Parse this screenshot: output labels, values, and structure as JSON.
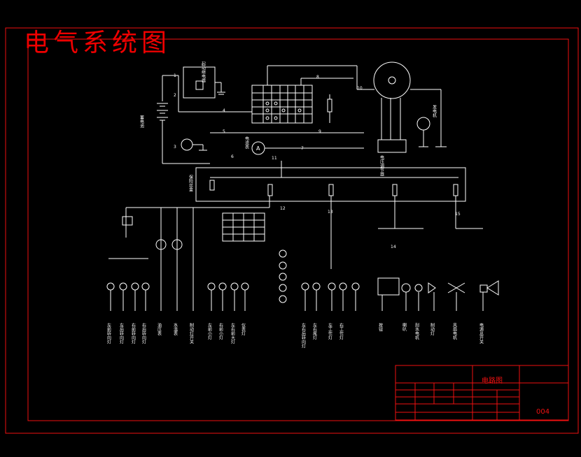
{
  "title": "电气系统图",
  "title_block": {
    "drawing_name": "电路图",
    "drawing_no": "004"
  },
  "components_top": [
    {
      "id": "battery",
      "label": "蓄电池"
    },
    {
      "id": "starter-relay",
      "label": "起动继电器"
    },
    {
      "id": "ammeter",
      "label": "电流表"
    },
    {
      "id": "fuse-box",
      "label": "保险丝盒"
    },
    {
      "id": "regulator",
      "label": "电压调节器"
    },
    {
      "id": "generator",
      "label": "发电机"
    }
  ],
  "wire_labels": [
    "1",
    "2",
    "3",
    "4",
    "5",
    "6",
    "7",
    "8",
    "9",
    "10",
    "11",
    "12",
    "13",
    "14",
    "15"
  ],
  "bottom_labels": [
    "左前转向灯",
    "左后转向灯",
    "右前转向灯",
    "右后转向灯",
    "油压表",
    "水温表",
    "制动灯开关",
    "左前小灯",
    "右前小灯",
    "左右前大灯",
    "仪表灯",
    "左右后转向灯",
    "左右尾灯",
    "左工作灯",
    "右工作灯",
    "按钮",
    "喇叭",
    "刮水电机",
    "制动灯",
    "风扇电机",
    "电源总开关"
  ]
}
